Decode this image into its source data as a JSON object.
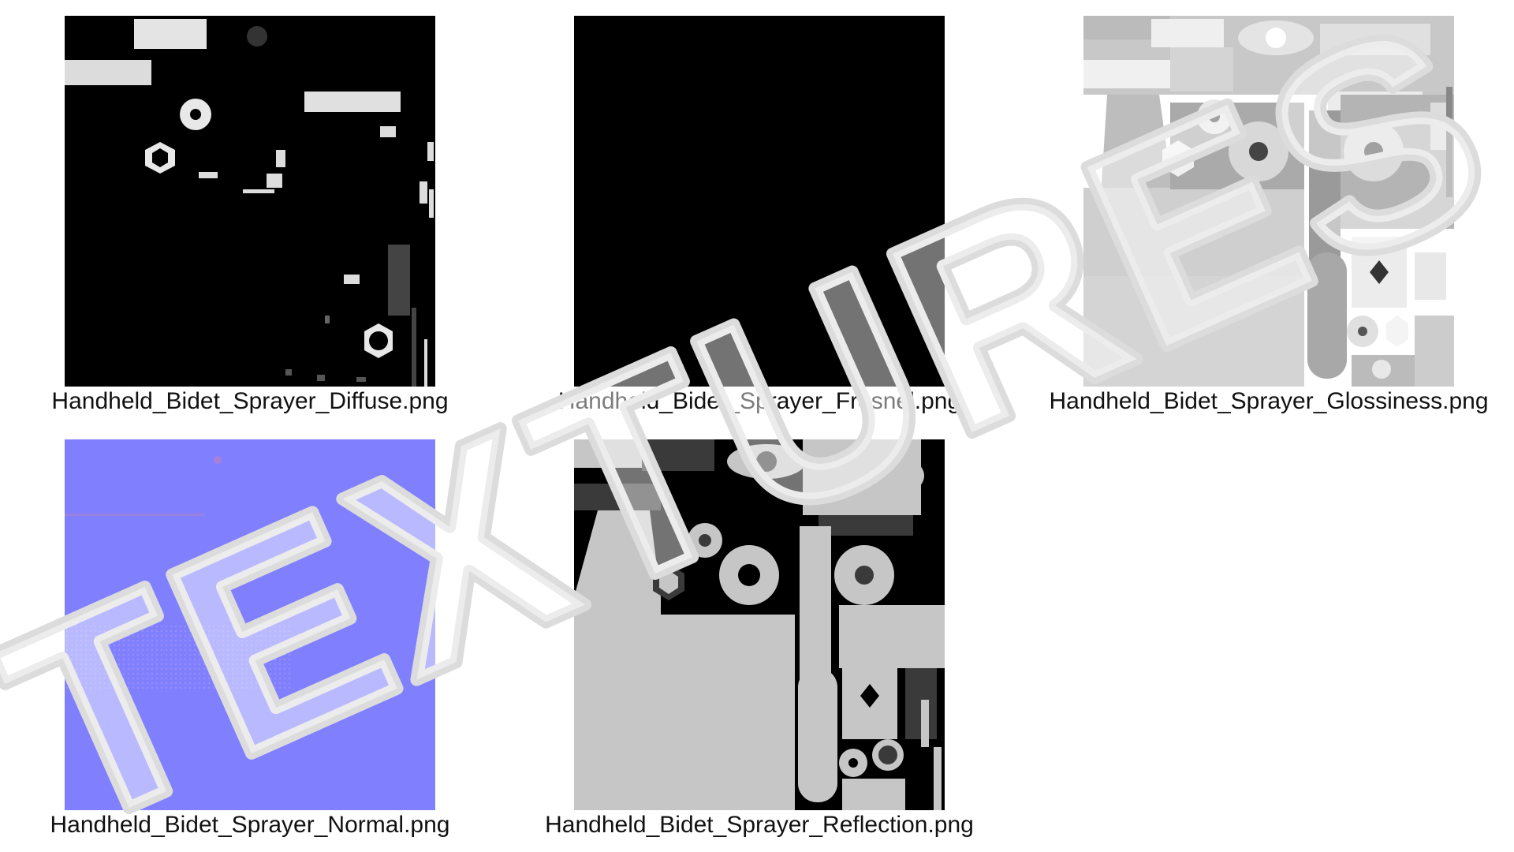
{
  "textures": [
    {
      "filename": "Handheld_Bidet_Sprayer_Diffuse.png",
      "kind": "diffuse",
      "base_color": "#000000"
    },
    {
      "filename": "Handheld_Bidet_Sprayer_Fresnel.png",
      "kind": "fresnel",
      "base_color": "#000000"
    },
    {
      "filename": "Handheld_Bidet_Sprayer_Glossiness.png",
      "kind": "glossiness",
      "base_color": "#cfcfcf"
    },
    {
      "filename": "Handheld_Bidet_Sprayer_Normal.png",
      "kind": "normal",
      "base_color": "#8080ff"
    },
    {
      "filename": "Handheld_Bidet_Sprayer_Reflection.png",
      "kind": "reflection",
      "base_color": "#c6c6c6"
    }
  ],
  "watermark": {
    "text": "TEXTURES",
    "color": "#e6e6e6"
  }
}
